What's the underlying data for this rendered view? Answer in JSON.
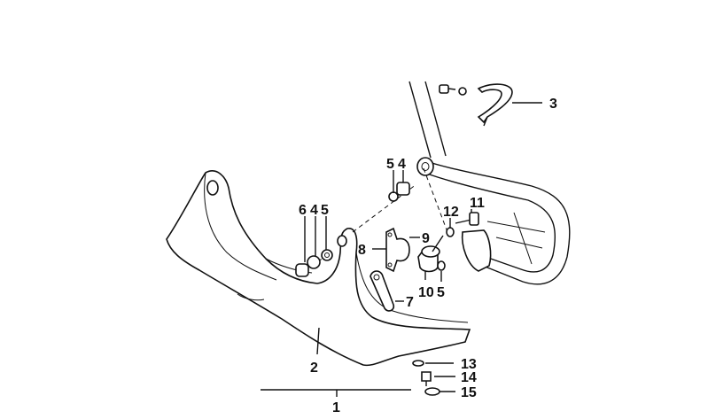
{
  "diagram": {
    "callouts": [
      {
        "id": "c1",
        "text": "1"
      },
      {
        "id": "c2",
        "text": "2"
      },
      {
        "id": "c3",
        "text": "3"
      },
      {
        "id": "c4a",
        "text": "4"
      },
      {
        "id": "c4b",
        "text": "4"
      },
      {
        "id": "c5a",
        "text": "5"
      },
      {
        "id": "c5b",
        "text": "5"
      },
      {
        "id": "c5c",
        "text": "5"
      },
      {
        "id": "c6",
        "text": "6"
      },
      {
        "id": "c7",
        "text": "7"
      },
      {
        "id": "c8",
        "text": "8"
      },
      {
        "id": "c9",
        "text": "9"
      },
      {
        "id": "c10",
        "text": "10"
      },
      {
        "id": "c11",
        "text": "11"
      },
      {
        "id": "c12",
        "text": "12"
      },
      {
        "id": "c13",
        "text": "13"
      },
      {
        "id": "c14",
        "text": "14"
      },
      {
        "id": "c15",
        "text": "15"
      }
    ]
  }
}
